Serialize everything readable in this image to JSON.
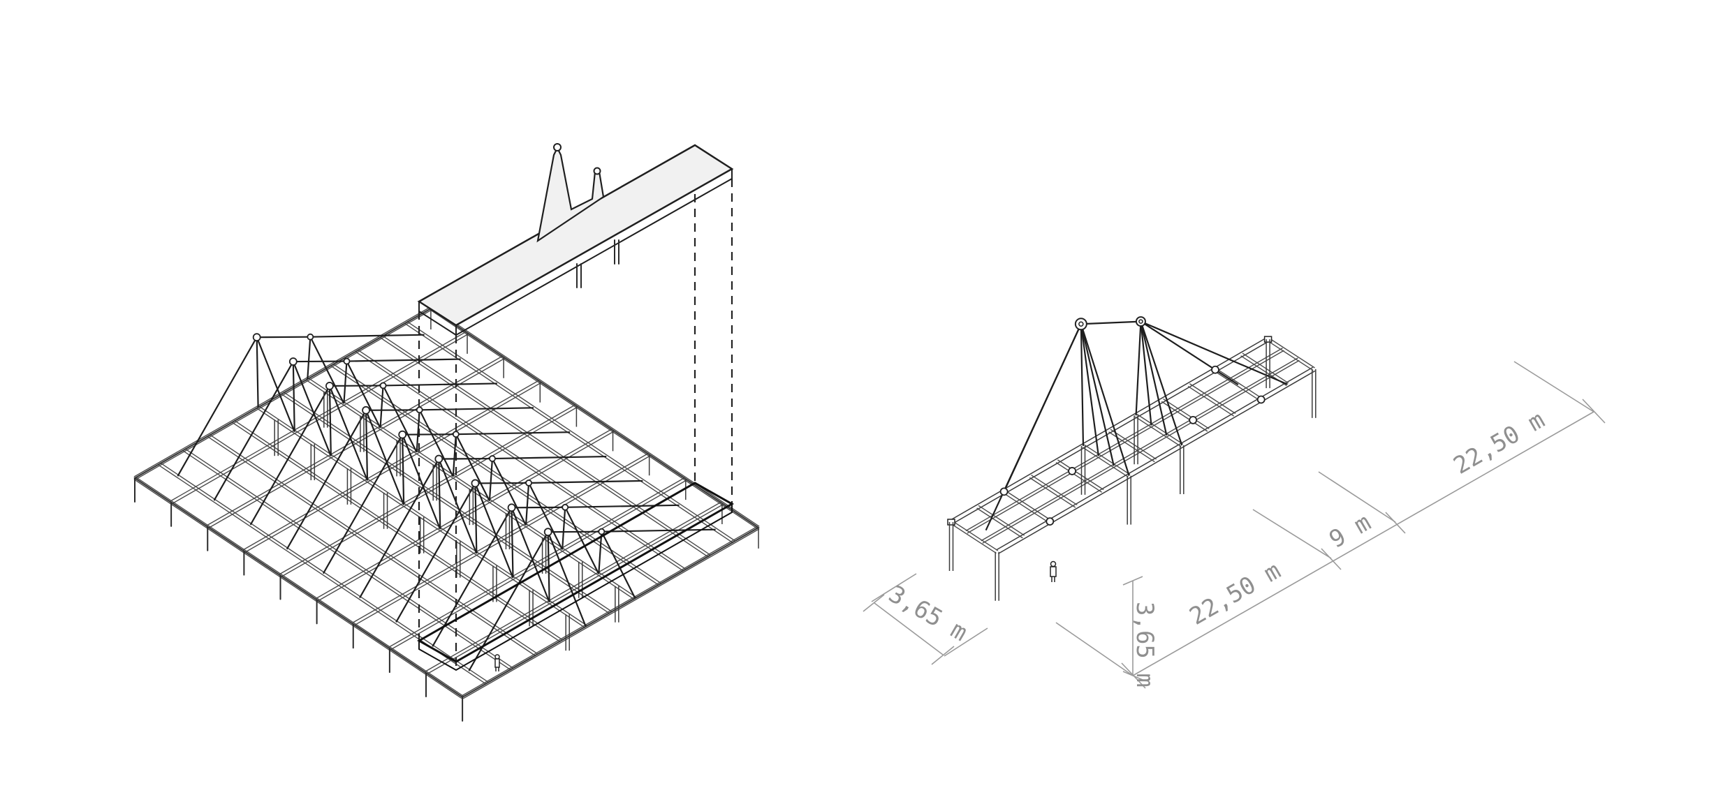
{
  "left_drawing": {
    "view": "exploded-axonometric",
    "modules": 9
  },
  "right_drawing": {
    "view": "single-module-axonometric",
    "dimensions": {
      "span_front": "22,50 m",
      "span_middle": "9 m",
      "span_back": "22,50 m",
      "height": "3,65 m",
      "width": "3,65 m"
    }
  }
}
